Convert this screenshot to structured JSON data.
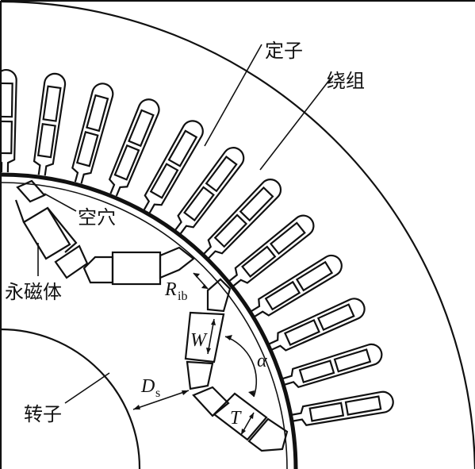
{
  "labels": {
    "stator": "定子",
    "winding": "绕组",
    "cavity": "空穴",
    "magnet": "永磁体",
    "rotor": "转子"
  },
  "symbols": {
    "rib_main": "R",
    "rib_sub": "ib",
    "width": "W",
    "angle": "α",
    "ds_main": "D",
    "ds_sub": "s",
    "thickness": "T"
  },
  "stator_slot_count": 12
}
